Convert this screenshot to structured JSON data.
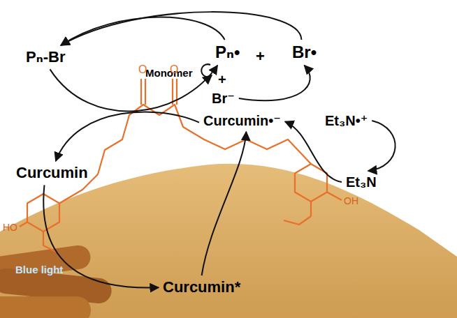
{
  "diagram": {
    "nodes": [
      {
        "text": [
          "Pₙ-Br"
        ]
      },
      {
        "text": [
          "Pₙ•"
        ]
      },
      {
        "text": [
          "Br•"
        ]
      },
      {
        "text": [
          "Br⁻"
        ]
      },
      {
        "text": [
          "Et₃N•⁺"
        ]
      },
      {
        "text": [
          "Et₃N"
        ]
      },
      {
        "text": [
          "Curcumin•⁻"
        ]
      },
      {
        "text": [
          "Curcumin"
        ]
      },
      {
        "text": [
          "Curcumin*"
        ]
      }
    ],
    "edges": [
      {
        "from": 0,
        "to": 1,
        "arrow": "to"
      },
      {
        "from": 1,
        "to": 0,
        "arrow": "to"
      },
      {
        "from": 2,
        "to": 0,
        "arrow": "to"
      },
      {
        "from": 6,
        "to": 7,
        "arrow": "to"
      },
      {
        "from": 7,
        "to": 8,
        "arrow": "to"
      },
      {
        "from": 8,
        "to": 6,
        "arrow": "to"
      },
      {
        "from": 5,
        "to": 6,
        "arrow": "to"
      },
      {
        "from": 4,
        "to": 5,
        "arrow": "to"
      },
      {
        "from": 3,
        "to": 2,
        "arrow": "to"
      }
    ],
    "labels": [
      "Monomer",
      "+",
      "+",
      "O",
      "O",
      "HO",
      "OH",
      "Blue light"
    ]
  }
}
